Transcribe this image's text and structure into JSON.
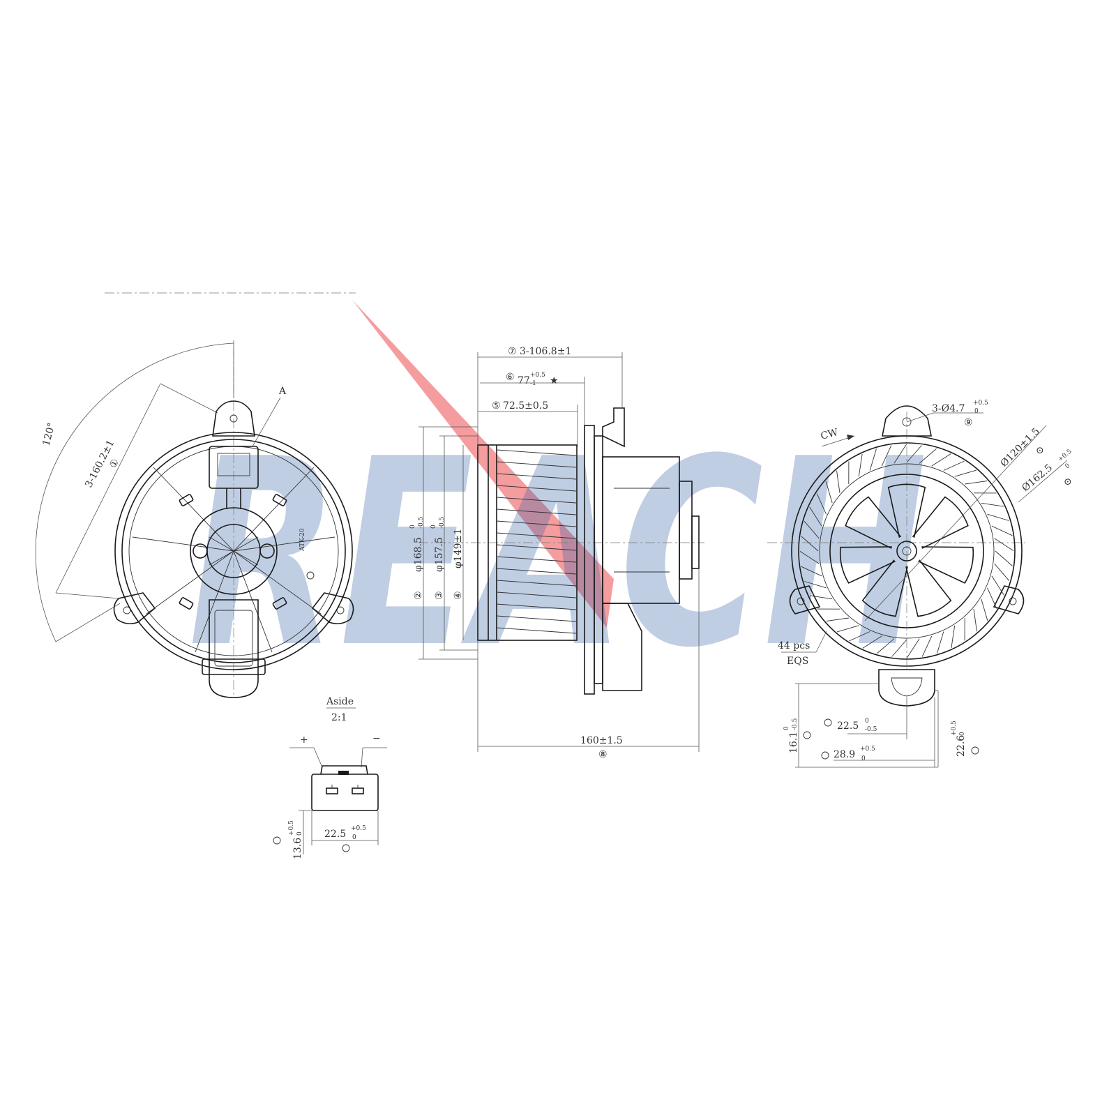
{
  "watermark": {
    "text": "REACH",
    "color": "#2f5fa6",
    "accent": "#e8232a"
  },
  "front_view": {
    "angle": "120°",
    "bolt_circle": "3-160.2±1",
    "bolt_circle_ref": "①",
    "detail_ref": "A",
    "stamp": "ATK-20"
  },
  "side_view": {
    "dim_7": {
      "ref": "⑦",
      "value": "3-106.8±1"
    },
    "dim_6": {
      "ref": "⑥",
      "value": "77",
      "tol_up": "+0.5",
      "tol_dn": "-1",
      "mark": "★"
    },
    "dim_5": {
      "ref": "⑤",
      "value": "72.5±0.5"
    },
    "dim_2": {
      "ref": "②",
      "value": "φ168.5",
      "tol_up": "0",
      "tol_dn": "-0.5"
    },
    "dim_3": {
      "ref": "③",
      "value": "φ157.5",
      "tol_up": "0",
      "tol_dn": "-0.5"
    },
    "dim_4": {
      "ref": "④",
      "value": "φ149±1"
    },
    "dim_8": {
      "ref": "⑧",
      "value": "160±1.5"
    }
  },
  "rear_view": {
    "rotation": "CW",
    "holes": {
      "value": "3-Ø4.7",
      "tol_up": "+0.5",
      "tol_dn": "0",
      "ref": "⑨"
    },
    "dia_inner": {
      "value": "Ø120±1.5",
      "ref": "⊙"
    },
    "dia_outer": {
      "value": "Ø162.5",
      "tol_up": "+0.5",
      "tol_dn": "0",
      "ref": "⊙"
    },
    "blades": "44 pcs",
    "blades_note": "EQS",
    "dim_a": {
      "value": "22.5",
      "tol_up": "0",
      "tol_dn": "-0.5"
    },
    "dim_b": {
      "value": "28.9",
      "tol_up": "+0.5",
      "tol_dn": "0"
    },
    "dim_c": {
      "value": "16.1",
      "tol_up": "0",
      "tol_dn": "-0.5"
    },
    "dim_d": {
      "value": "22.6",
      "tol_up": "+0.5",
      "tol_dn": "0"
    }
  },
  "connector_detail": {
    "title": "Aside",
    "scale": "2:1",
    "plus": "+",
    "minus": "−",
    "width": {
      "value": "22.5",
      "tol_up": "+0.5",
      "tol_dn": "0"
    },
    "height": {
      "value": "13.6",
      "tol_up": "+0.5",
      "tol_dn": "0"
    }
  }
}
